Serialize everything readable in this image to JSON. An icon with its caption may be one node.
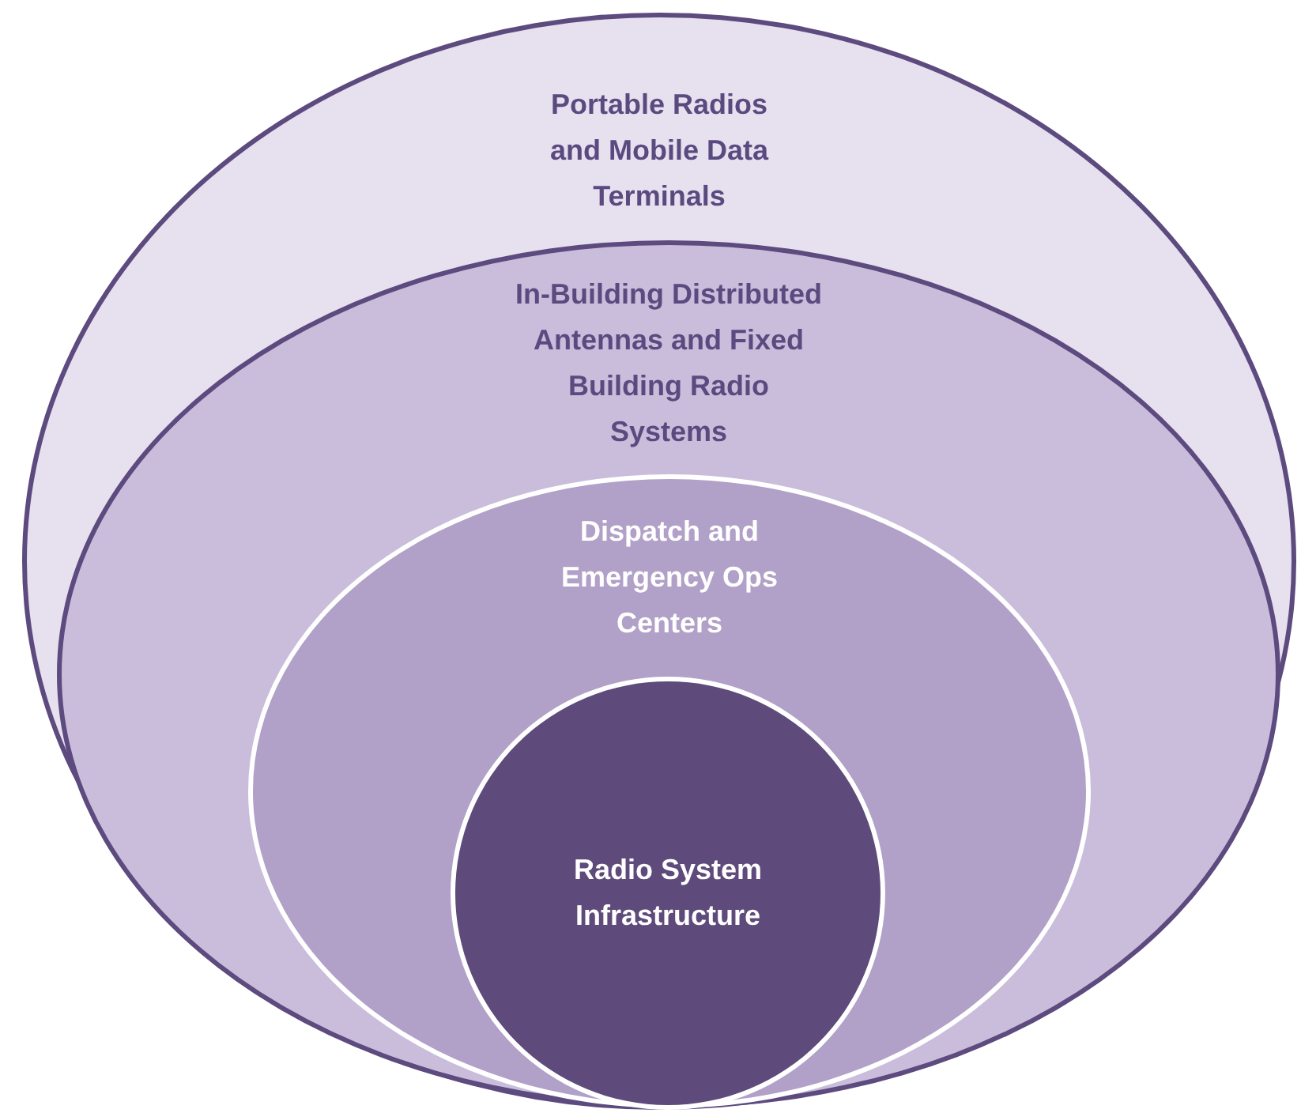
{
  "diagram": {
    "nodes": [
      {
        "text": [
          "Portable Radios and Mobile Data Terminals"
        ]
      },
      {
        "text": [
          "In-Building Distributed Antennas and Fixed Building Radio Systems"
        ],
        "in": 0
      },
      {
        "text": [
          "Dispatch and Emergency Ops Centers"
        ],
        "in": 1
      },
      {
        "text": [
          "Radio System Infrastructure"
        ],
        "in": 2
      }
    ]
  }
}
